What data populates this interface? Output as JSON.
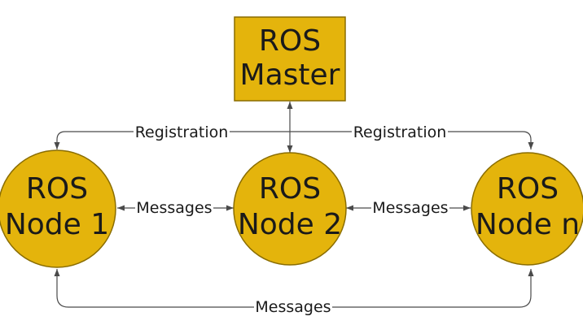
{
  "colors": {
    "node_fill": "#E4B40C",
    "node_stroke": "#8A6D00",
    "line": "#4a4a4a",
    "text": "#1a1a1a",
    "background": "#ffffff"
  },
  "master": {
    "line1": "ROS",
    "line2": "Master"
  },
  "nodes": [
    {
      "line1": "ROS",
      "line2": "Node 1"
    },
    {
      "line1": "ROS",
      "line2": "Node 2"
    },
    {
      "line1": "ROS",
      "line2": "Node n"
    }
  ],
  "edges": {
    "registration_left": "Registration",
    "registration_right": "Registration",
    "messages_1_2": "Messages",
    "messages_2_n": "Messages",
    "messages_bottom": "Messages"
  }
}
